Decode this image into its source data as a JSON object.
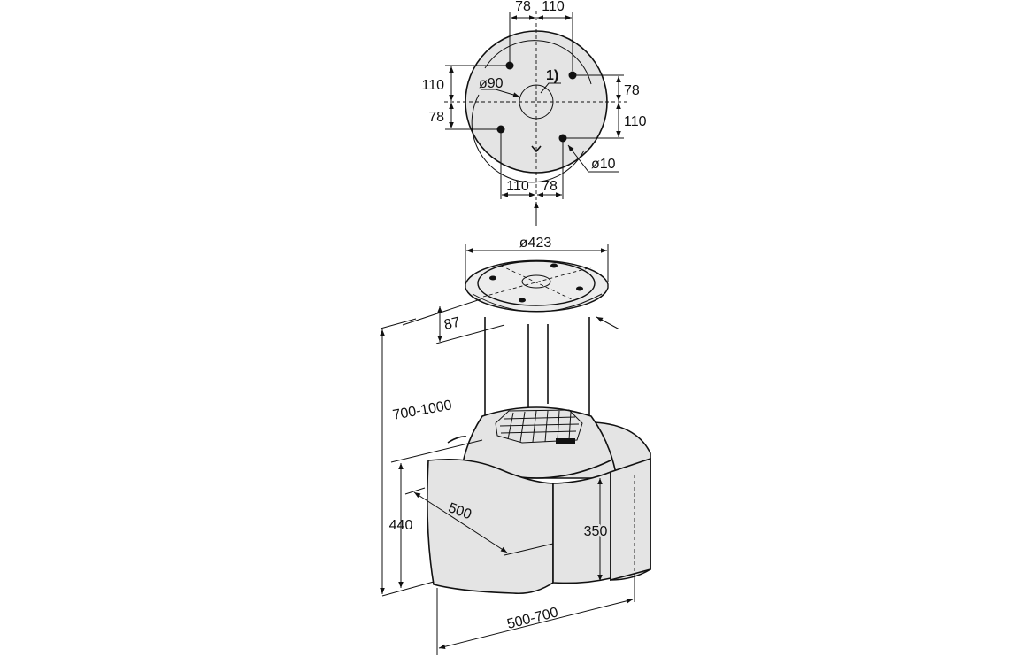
{
  "top_view": {
    "dim_top_left": "78",
    "dim_top_right": "110",
    "dim_left_upper": "110",
    "dim_left_lower": "78",
    "dim_right_upper": "78",
    "dim_right_lower": "110",
    "dim_bottom_left": "110",
    "dim_bottom_right": "78",
    "center_hole": "ø90",
    "note": "1)",
    "mount_hole": "ø10"
  },
  "side_view": {
    "plate_diameter": "ø423",
    "plate_height": "87",
    "total_height": "700-1000",
    "hood_height": "440",
    "hood_depth": "500",
    "inner_height": "350",
    "hood_width": "500-700"
  },
  "colors": {
    "fill": "#e4e4e4",
    "line": "#111111"
  }
}
